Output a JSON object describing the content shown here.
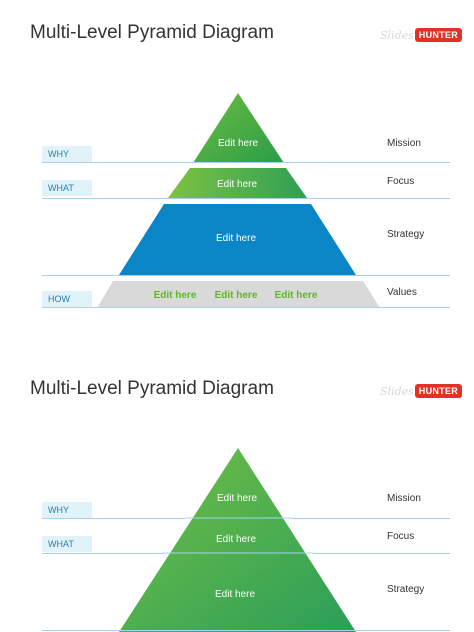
{
  "slides": [
    {
      "title": "Multi-Level Pyramid Diagram",
      "logo": {
        "prefix": "Slides",
        "brand": "HUNTER"
      },
      "tags": {
        "why": "WHY",
        "what": "WHAT",
        "how": "HOW"
      },
      "labels": {
        "mission": "Mission",
        "focus": "Focus",
        "strategy": "Strategy",
        "values": "Values"
      },
      "tiers": {
        "top": "Edit here",
        "middle": "Edit here",
        "bottom": "Edit here"
      },
      "base": [
        "Edit here",
        "Edit here",
        "Edit here"
      ]
    },
    {
      "title": "Multi-Level Pyramid Diagram",
      "logo": {
        "prefix": "Slides",
        "brand": "HUNTER"
      },
      "tags": {
        "why": "WHY",
        "what": "WHAT"
      },
      "labels": {
        "mission": "Mission",
        "focus": "Focus",
        "strategy": "Strategy"
      },
      "tiers": {
        "top": "Edit here",
        "middle": "Edit here",
        "bottom": "Edit here"
      }
    }
  ],
  "colors": {
    "green_dark": "#2a9e49",
    "green_light": "#7dc242",
    "blue": "#0a86c6",
    "gray": "#d9d9d9",
    "line": "#a7d3e8",
    "tag_bg": "#e2f2f9",
    "tag_text": "#1f7fb3",
    "base_text": "#5cb82a"
  }
}
